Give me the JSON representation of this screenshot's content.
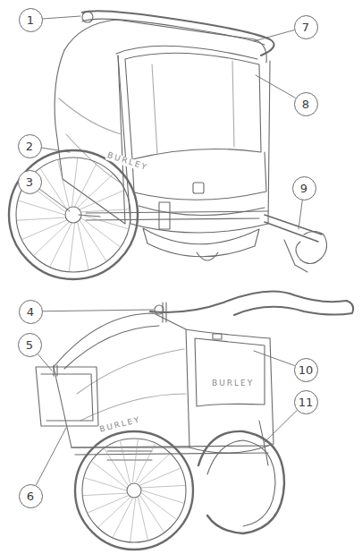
{
  "diagram": {
    "nodes": [
      {
        "text": [
          "1"
        ]
      },
      {
        "text": [
          "7"
        ]
      },
      {
        "text": [
          "2"
        ]
      },
      {
        "text": [
          "3"
        ]
      },
      {
        "text": [
          "8"
        ]
      },
      {
        "text": [
          "9"
        ]
      },
      {
        "text": [
          "4"
        ]
      },
      {
        "text": [
          "10"
        ]
      },
      {
        "text": [
          "5"
        ]
      },
      {
        "text": [
          "11"
        ]
      },
      {
        "text": [
          "6"
        ]
      }
    ],
    "edges": [],
    "labels": [
      "BURLEY",
      "BURLEY",
      "BURLEY"
    ]
  }
}
